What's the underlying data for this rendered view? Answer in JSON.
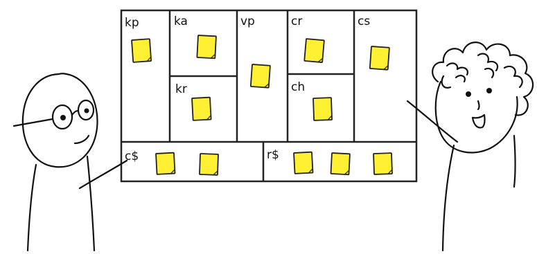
{
  "board": {
    "blocks": [
      {
        "id": "kp",
        "label": "kp"
      },
      {
        "id": "ka",
        "label": "ka"
      },
      {
        "id": "kr",
        "label": "kr"
      },
      {
        "id": "vp",
        "label": "vp"
      },
      {
        "id": "cr",
        "label": "cr"
      },
      {
        "id": "ch",
        "label": "ch"
      },
      {
        "id": "cs",
        "label": "cs"
      },
      {
        "id": "cost",
        "label": "c$"
      },
      {
        "id": "revenue",
        "label": "r$"
      }
    ],
    "note_color": "#fff033"
  },
  "characters": [
    {
      "name": "person-with-glasses"
    },
    {
      "name": "person-with-curly-hair"
    }
  ]
}
